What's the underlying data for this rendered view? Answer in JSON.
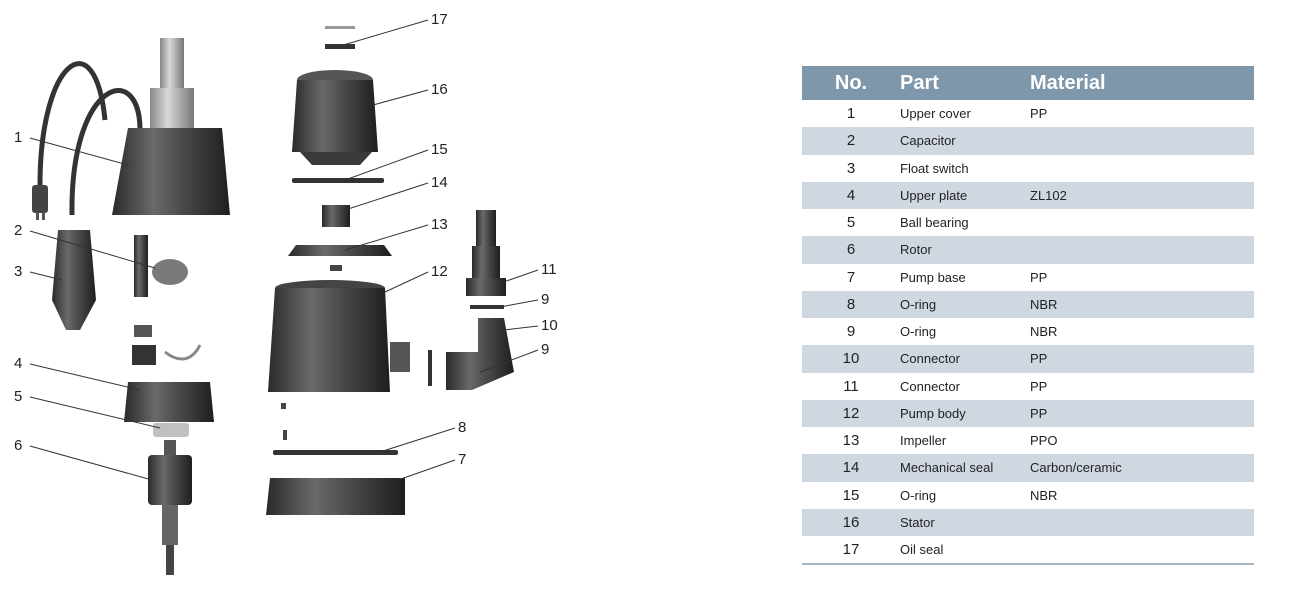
{
  "diagram": {
    "callouts": [
      "1",
      "2",
      "3",
      "4",
      "5",
      "6",
      "7",
      "8",
      "9",
      "9",
      "10",
      "11",
      "12",
      "13",
      "14",
      "15",
      "16",
      "17"
    ]
  },
  "table": {
    "headers": {
      "no": "No.",
      "part": "Part",
      "material": "Material"
    },
    "rows": [
      {
        "no": "1",
        "part": "Upper cover",
        "material": "PP"
      },
      {
        "no": "2",
        "part": "Capacitor",
        "material": ""
      },
      {
        "no": "3",
        "part": "Float switch",
        "material": ""
      },
      {
        "no": "4",
        "part": "Upper plate",
        "material": "ZL102"
      },
      {
        "no": "5",
        "part": "Ball bearing",
        "material": ""
      },
      {
        "no": "6",
        "part": "Rotor",
        "material": ""
      },
      {
        "no": "7",
        "part": "Pump base",
        "material": "PP"
      },
      {
        "no": "8",
        "part": "O-ring",
        "material": "NBR"
      },
      {
        "no": "9",
        "part": "O-ring",
        "material": "NBR"
      },
      {
        "no": "10",
        "part": "Connector",
        "material": "PP"
      },
      {
        "no": "11",
        "part": "Connector",
        "material": "PP"
      },
      {
        "no": "12",
        "part": "Pump body",
        "material": "PP"
      },
      {
        "no": "13",
        "part": "Impeller",
        "material": "PPO"
      },
      {
        "no": "14",
        "part": "Mechanical seal",
        "material": "Carbon/ceramic"
      },
      {
        "no": "15",
        "part": "O-ring",
        "material": "NBR"
      },
      {
        "no": "16",
        "part": "Stator",
        "material": ""
      },
      {
        "no": "17",
        "part": "Oil seal",
        "material": ""
      }
    ]
  }
}
